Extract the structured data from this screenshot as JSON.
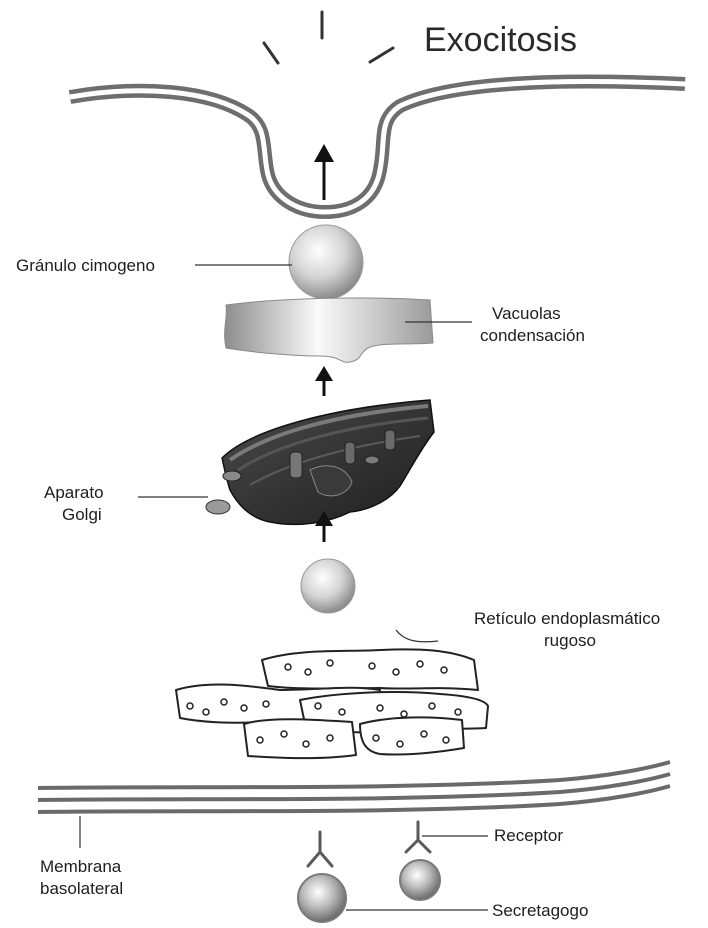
{
  "title": "Exocitosis",
  "labels": {
    "granulo": "Gránulo cimogeno",
    "vacuolas_1": "Vacuolas",
    "vacuolas_2": "condensación",
    "aparato_1": "Aparato",
    "aparato_2": "Golgi",
    "reticulo_1": "Retículo endoplasmático",
    "reticulo_2": "rugoso",
    "membrana_1": "Membrana",
    "membrana_2": "basolateral",
    "receptor": "Receptor",
    "secretagogo": "Secretagogo"
  },
  "colors": {
    "line": "#3a3a3a",
    "membrane_gray": "#6e6e6e",
    "golgi_dark": "#2b2b2b",
    "sphere_light": "#f2f2f2",
    "sphere_dark": "#8a8a8a"
  }
}
